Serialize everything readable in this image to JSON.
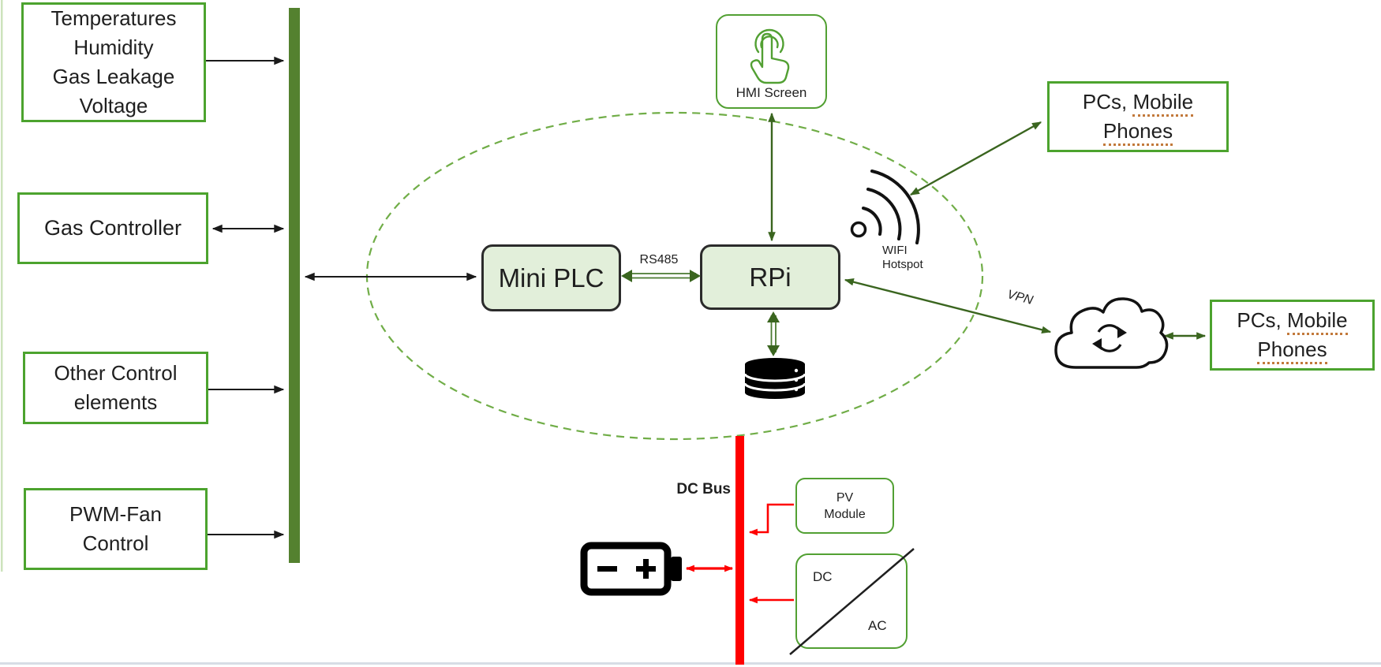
{
  "colors": {
    "box_border_green": "#4CA32E",
    "node_fill_green": "#E2EFDA",
    "node_border_dark": "#2B2B2B",
    "bus_green": "#54812F",
    "ellipse_dash_green": "#70AD47",
    "arrow_green": "#3A651F",
    "dc_red": "#FF0000",
    "underline_orange": "#C2793B"
  },
  "left_column": {
    "sensor_box": {
      "lines": [
        "Temperatures",
        "Humidity",
        "Gas Leakage",
        "Voltage"
      ]
    },
    "gas_controller_box": {
      "label": "Gas Controller"
    },
    "other_control_box": {
      "lines": [
        "Other Control",
        "elements"
      ]
    },
    "pwm_fan_box": {
      "lines": [
        "PWM-Fan",
        "Control"
      ]
    }
  },
  "core": {
    "mini_plc_label": "Mini PLC",
    "rpi_label": "RPi",
    "rs485_label": "RS485",
    "hmi_label": "HMI Screen",
    "wifi_label_line1": "WIFI",
    "wifi_label_line2": "Hotspot",
    "vpn_label": "VPN"
  },
  "clients_box": {
    "prefix": "PCs, ",
    "word_mobile": "Mobile",
    "word_phones": "Phones"
  },
  "power": {
    "dc_bus_label": "DC Bus",
    "pv_box": {
      "lines": [
        "PV",
        "Module"
      ]
    },
    "converter_box": {
      "dc": "DC",
      "ac": "AC"
    }
  },
  "icons": {
    "touch": "touch-gesture-icon",
    "wifi": "wifi-signal-icon",
    "cloud": "cloud-sync-icon",
    "database": "database-icon",
    "battery": "battery-icon"
  }
}
